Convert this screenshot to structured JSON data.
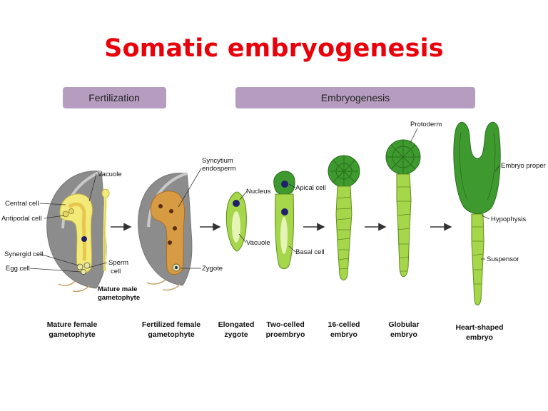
{
  "title": "Somatic embryogenesis",
  "banners": {
    "fertilization": "Fertilization",
    "embryogenesis": "Embryogenesis"
  },
  "labels": {
    "central_cell": "Central cell",
    "antipodal_cell": "Antipodal cell",
    "synergid_cell": "Synergid cell",
    "egg_cell": "Egg cell",
    "vacuole_1": "Vacuole",
    "sperm_cell_line1": "Sperm",
    "sperm_cell_line2": "cell",
    "mature_male_line1": "Mature male",
    "mature_male_line2": "gametophyte",
    "syncytium_line1": "Syncytium",
    "syncytium_line2": "endosperm",
    "zygote": "Zygote",
    "nucleus": "Nucleus",
    "vacuole_2": "Vacuole",
    "apical_cell": "Apical cell",
    "basal_cell": "Basal cell",
    "protoderm": "Protoderm",
    "embryo_proper": "Embryo proper",
    "hypophysis": "Hypophysis",
    "suspensor": "Suspensor"
  },
  "captions": [
    {
      "line1": "Mature female",
      "line2": "gametophyte"
    },
    {
      "line1": "Fertilized female",
      "line2": "gametophyte"
    },
    {
      "line1": "Elongated",
      "line2": "zygote"
    },
    {
      "line1": "Two-celled",
      "line2": "proembryo"
    },
    {
      "line1": "16-celled",
      "line2": "embryo"
    },
    {
      "line1": "Globular",
      "line2": "embryo"
    },
    {
      "line1": "Heart-shaped",
      "line2": "embryo"
    }
  ],
  "colors": {
    "title": "#e8000b",
    "banner": "#b69dc0",
    "ovule_gray": "#8c8c8c",
    "endosperm_orange": "#d79b43",
    "sac_yellow": "#f3ea7a",
    "light_green": "#a6d64a",
    "dark_green": "#3e9a2e",
    "nucleus": "#1f1f6e"
  }
}
